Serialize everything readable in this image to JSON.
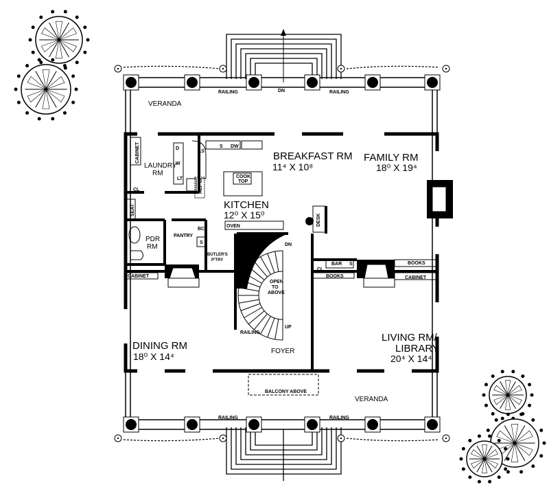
{
  "north_arrow": "north-arrow-icon",
  "veranda_top": {
    "label": "VERANDA",
    "railing_left": "RAILING",
    "railing_right": "RAILING",
    "steps": "DN"
  },
  "breakfast": {
    "name": "BREAKFAST RM",
    "size": "11⁴ X 10⁸"
  },
  "family": {
    "name": "FAMILY RM",
    "size": "18⁰ X 19⁴"
  },
  "laundry": {
    "name1": "LAUNDRY",
    "name2": "RM",
    "cabinet": "CABINET",
    "cl": "CL",
    "d": "D",
    "w": "W",
    "lt": "LT"
  },
  "kitchen": {
    "name": "KITCHEN",
    "size": "12⁰ X 15⁰",
    "cooktop1": "COOK",
    "cooktop2": "TOP",
    "oven": "OVEN",
    "refg": "REF'G",
    "ls": "LS",
    "s": "S",
    "dw": "DW"
  },
  "seat": "SEAT",
  "pdr": {
    "name1": "PDR",
    "name2": "RM"
  },
  "pantry": {
    "name": "PANTRY",
    "bc": "BC",
    "s": "S",
    "butler1": "BUTLER'S",
    "butler2": "P'TRY"
  },
  "dining": {
    "name": "DINING RM",
    "size": "18⁰ X 14⁴",
    "cabinet": "CABINET"
  },
  "foyer": {
    "name": "FOYER",
    "railing": "RAILING",
    "dn": "DN",
    "up": "UP",
    "open1": "OPEN",
    "open2": "TO",
    "open3": "ABOVE",
    "desk": "DESK",
    "cl": "CL"
  },
  "living": {
    "name1": "LIVING RM/",
    "name2": "LIBRARY",
    "size": "20⁴ X 14⁴",
    "bar": "BAR",
    "s": "S",
    "books_left": "BOOKS",
    "books_right": "BOOKS",
    "cabinet": "CABINET"
  },
  "balcony": "BALCONY ABOVE",
  "veranda_bottom": {
    "label": "VERANDA",
    "railing_left": "RAILING",
    "railing_right": "RAILING"
  }
}
